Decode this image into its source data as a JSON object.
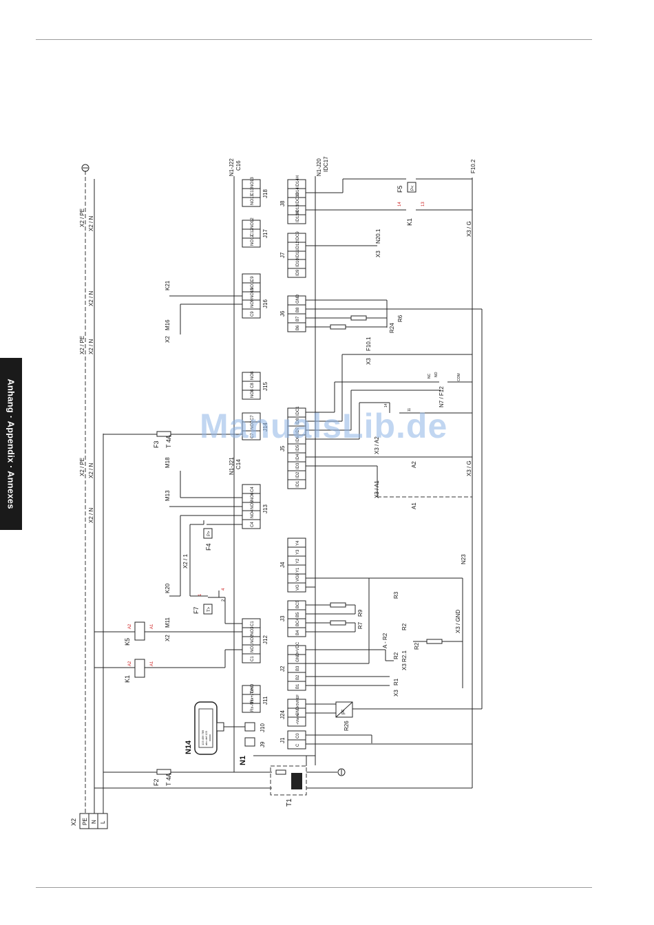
{
  "sidebar": {
    "tab_text": "Anhang · Appendix · Annexes"
  },
  "watermark": "ManualsLib.de",
  "supply": {
    "label": "X2",
    "terminals": [
      "PE",
      "N",
      "L"
    ]
  },
  "bus_labels": {
    "pe_n_1": "X2 / PE",
    "n_1": "X2 / N",
    "n_2": "X2 / N",
    "pe_n_2": "X2 / PE",
    "n_3": "X2 / N",
    "pe_n_3": "X2 / PE",
    "n_4": "X2 / N",
    "n_5": "X2 / N"
  },
  "fuses": {
    "f2": "F2",
    "f2_rating": "T 4A",
    "f3": "F3",
    "f3_rating": "T 4A"
  },
  "transformer": "T1",
  "controller": "N1",
  "display": {
    "label": "N14",
    "lines": [
      "123 456 789",
      "abc def 123",
      "xxxxx"
    ]
  },
  "relays": {
    "k1": "K1",
    "k5": "K5",
    "a1": "A1",
    "a2": "A2",
    "m11": "M11",
    "x2": "X2",
    "k20": "K20",
    "m13": "M13",
    "m18": "M18",
    "m16": "M16",
    "k21": "K21"
  },
  "pressure_switches": {
    "f4": "F4",
    "f4_symbol": "P>",
    "f7": "F7",
    "f7_symbol": "T>",
    "f5": "F5",
    "f5_symbol": "P<"
  },
  "connector_top": {
    "j22": "N1-J22",
    "c16": "C16",
    "j20": "N1-J20",
    "idc17": "IDC17",
    "j21": "N1-J21",
    "c14": "C14"
  },
  "connectors": {
    "J1": [
      "C",
      "C0"
    ],
    "J24": [
      "GND",
      "+Vterm",
      "+5VREF"
    ],
    "J9": "J9",
    "J10": "J10",
    "J11": [
      "GND",
      "Rx+/Tx+",
      "Rx-/Tx-"
    ],
    "J2": [
      "B1",
      "B2",
      "B3",
      "GND",
      "+VDC"
    ],
    "J12": [
      "C1",
      "NO1",
      "NO2",
      "NO3",
      "C1"
    ],
    "J3": [
      "B4",
      "BC4",
      "B5",
      "BC5"
    ],
    "J4": [
      "VG",
      "VG0",
      "Y1",
      "Y2",
      "Y3",
      "Y4"
    ],
    "J13": [
      "C4",
      "NO4",
      "NO5",
      "NO6",
      "C4"
    ],
    "J5": [
      "ID1",
      "ID2",
      "ID3",
      "ID4",
      "ID5",
      "ID6",
      "ID7",
      "ID8",
      "IDC1"
    ],
    "J14": [
      "C7",
      "NO7",
      "C7"
    ],
    "J15": [
      "NO8",
      "C8",
      "NO8"
    ],
    "J6": [
      "B6",
      "B7",
      "B8",
      "GND"
    ],
    "J16": [
      "C9",
      "NO9",
      "NO10",
      "NO11",
      "C9"
    ],
    "J7": [
      "ID9",
      "ID10",
      "ID11",
      "ID12",
      "IDC9"
    ],
    "J17": [
      "NO12",
      "C12",
      "NO12"
    ],
    "J8": [
      "ID13H",
      "ID13",
      "IDC13",
      "ID14",
      "ID14H"
    ],
    "J18": [
      "NO13",
      "C13",
      "NO13"
    ]
  },
  "sensors": {
    "r26": "R26",
    "r1": "R1",
    "x3_a": "X3",
    "r2_1": "R2.1",
    "a_r2": "A - R2",
    "x3_b": "X3",
    "r2_a": "R2",
    "r2_b": "R2",
    "r3": "R3",
    "r7": "R7",
    "r9": "R9",
    "x3_gnd": "X3 / GND",
    "n23": "N23",
    "a1_lbl": "A1",
    "x3_a1": "X3 / A1",
    "a2_lbl": "A2",
    "x3_g_1": "X3 / G",
    "x3_a2": "X3 / A2",
    "n7": "N7 / F12",
    "nc": "NC",
    "no": "NO",
    "com": "COM",
    "x3_f101": "X3",
    "f10_1": "F10.1",
    "r24": "R24",
    "r6": "R6",
    "x3_n201": "X3",
    "n20_1": "N20.1",
    "x3_g_2": "X3 / G",
    "k1_top": "K1",
    "f10_2": "F10.2",
    "n14": "14",
    "n13": "13",
    "n11": "11",
    "a1_small": "A1",
    "a2_small": "A2"
  }
}
